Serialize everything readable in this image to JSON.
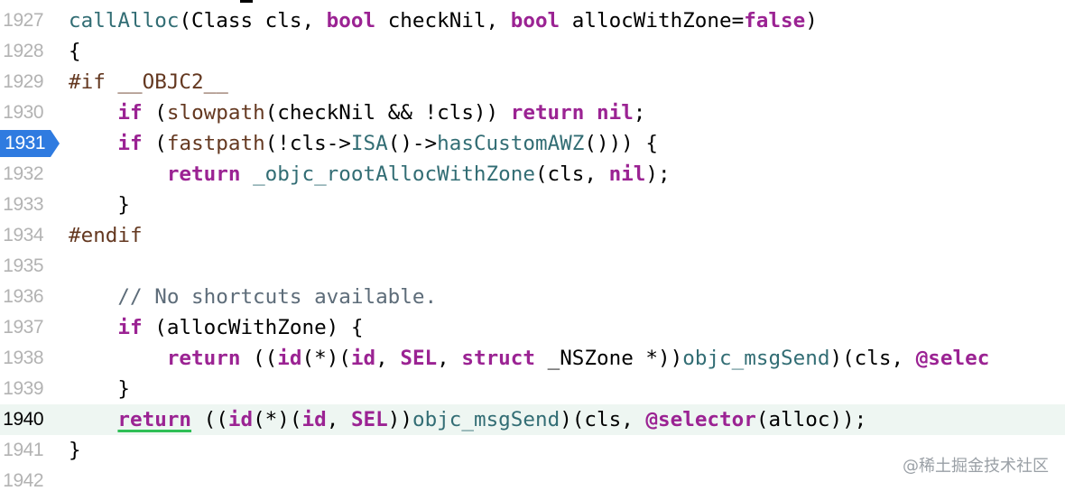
{
  "editor": {
    "current_line": "1940",
    "breakpoint_line": "1931",
    "lines": [
      {
        "num": "1927",
        "tokens": [
          [
            "fn",
            "callAlloc"
          ],
          [
            "p",
            "(Class cls, "
          ],
          [
            "kw",
            "bool"
          ],
          [
            "p",
            " checkNil, "
          ],
          [
            "kw",
            "bool"
          ],
          [
            "p",
            " allocWithZone="
          ],
          [
            "kw",
            "false"
          ],
          [
            "p",
            ")"
          ]
        ]
      },
      {
        "num": "1928",
        "tokens": [
          [
            "p",
            "{"
          ]
        ]
      },
      {
        "num": "1929",
        "tokens": [
          [
            "pp",
            "#if __OBJC2__"
          ]
        ]
      },
      {
        "num": "1930",
        "tokens": [
          [
            "p",
            "    "
          ],
          [
            "kw",
            "if"
          ],
          [
            "p",
            " ("
          ],
          [
            "pp",
            "slowpath"
          ],
          [
            "p",
            "(checkNil && !cls)) "
          ],
          [
            "kw",
            "return"
          ],
          [
            "p",
            " "
          ],
          [
            "kw",
            "nil"
          ],
          [
            "p",
            ";"
          ]
        ]
      },
      {
        "num": "1931",
        "tokens": [
          [
            "p",
            "    "
          ],
          [
            "kw",
            "if"
          ],
          [
            "p",
            " ("
          ],
          [
            "pp",
            "fastpath"
          ],
          [
            "p",
            "(!cls->"
          ],
          [
            "fn",
            "ISA"
          ],
          [
            "p",
            "()->"
          ],
          [
            "fn",
            "hasCustomAWZ"
          ],
          [
            "p",
            "())) {"
          ]
        ]
      },
      {
        "num": "1932",
        "tokens": [
          [
            "p",
            "        "
          ],
          [
            "kw",
            "return"
          ],
          [
            "p",
            " "
          ],
          [
            "fn",
            "_objc_rootAllocWithZone"
          ],
          [
            "p",
            "(cls, "
          ],
          [
            "kw",
            "nil"
          ],
          [
            "p",
            ");"
          ]
        ]
      },
      {
        "num": "1933",
        "tokens": [
          [
            "p",
            "    }"
          ]
        ]
      },
      {
        "num": "1934",
        "tokens": [
          [
            "pp",
            "#endif"
          ]
        ]
      },
      {
        "num": "1935",
        "tokens": []
      },
      {
        "num": "1936",
        "tokens": [
          [
            "p",
            "    "
          ],
          [
            "cm",
            "// No shortcuts available."
          ]
        ]
      },
      {
        "num": "1937",
        "tokens": [
          [
            "p",
            "    "
          ],
          [
            "kw",
            "if"
          ],
          [
            "p",
            " (allocWithZone) {"
          ]
        ]
      },
      {
        "num": "1938",
        "tokens": [
          [
            "p",
            "        "
          ],
          [
            "kw",
            "return"
          ],
          [
            "p",
            " (("
          ],
          [
            "kw",
            "id"
          ],
          [
            "p",
            "(*)("
          ],
          [
            "kw",
            "id"
          ],
          [
            "p",
            ", "
          ],
          [
            "kw",
            "SEL"
          ],
          [
            "p",
            ", "
          ],
          [
            "kw",
            "struct"
          ],
          [
            "p",
            " _NSZone *))"
          ],
          [
            "fn",
            "objc_msgSend"
          ],
          [
            "p",
            ")(cls, "
          ],
          [
            "kw",
            "@selec"
          ]
        ]
      },
      {
        "num": "1939",
        "tokens": [
          [
            "p",
            "    }"
          ]
        ]
      },
      {
        "num": "1940",
        "tokens": [
          [
            "p",
            "    "
          ],
          [
            "kwu",
            "return"
          ],
          [
            "p",
            " (("
          ],
          [
            "kw",
            "id"
          ],
          [
            "p",
            "(*)("
          ],
          [
            "kw",
            "id"
          ],
          [
            "p",
            ", "
          ],
          [
            "kw",
            "SEL"
          ],
          [
            "p",
            "))"
          ],
          [
            "fn",
            "objc_msgSend"
          ],
          [
            "p",
            ")(cls, "
          ],
          [
            "kw",
            "@selector"
          ],
          [
            "p",
            "(alloc));"
          ]
        ]
      },
      {
        "num": "1941",
        "tokens": [
          [
            "p",
            "}"
          ]
        ]
      },
      {
        "num": "1942",
        "tokens": []
      }
    ]
  },
  "colors": {
    "keyword": "#9b2393",
    "preprocessor": "#643820",
    "function": "#326d74",
    "comment": "#5d6c79",
    "breakpoint": "#2f7be0",
    "current_line_bg": "#eef6f2"
  },
  "watermark": "@稀土掘金技术社区"
}
